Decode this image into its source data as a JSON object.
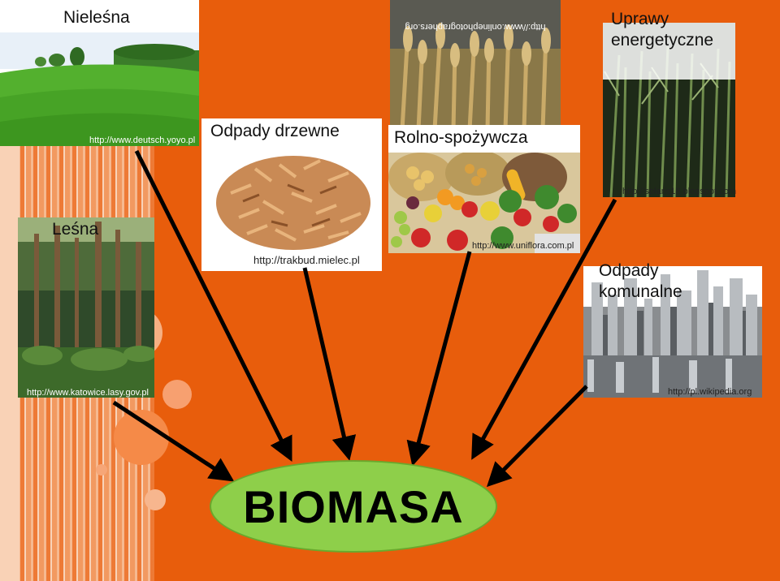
{
  "sources": {
    "nielesna": {
      "label": "Nieleśna",
      "url": "http://www.deutsch.yoyo.pl"
    },
    "odpady_drzewne": {
      "label": "Odpady drzewne",
      "url": "http://trakbud.mielec.pl"
    },
    "rolno_spozywcza": {
      "label": "Rolno-spożywcza",
      "url": "http://www.uniflora.com.pl",
      "top_url": "http://www.onlinephotographers.org"
    },
    "uprawy": {
      "label": "Uprawy energetyczne",
      "url": "http://solaris18.blogspot.com"
    },
    "lesna": {
      "label": "Leśna",
      "url": "http://www.katowice.lasy.gov.pl"
    },
    "komunalne": {
      "label": "Odpady komunalne",
      "url": "http://pl.wikipedia.org"
    }
  },
  "center": {
    "label": "BIOMASA",
    "color": "#8ecf4a"
  },
  "colors": {
    "background": "#e85d0c",
    "arrow": "#000000"
  }
}
